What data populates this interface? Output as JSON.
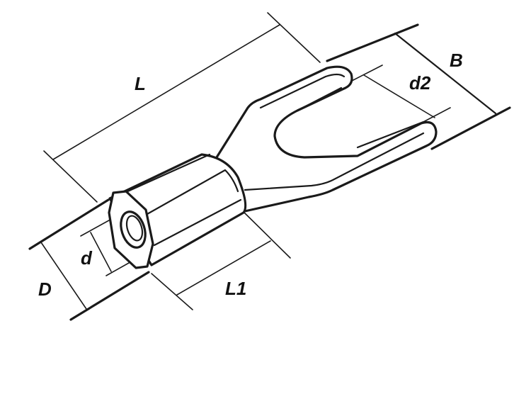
{
  "diagram": {
    "labels": {
      "L": "L",
      "L1": "L1",
      "B": "B",
      "d2": "d2",
      "d": "d",
      "D": "D"
    }
  }
}
